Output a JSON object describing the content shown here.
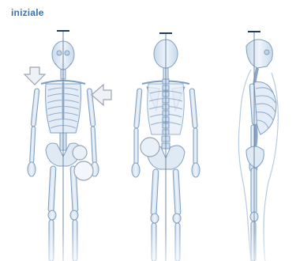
{
  "header": {
    "title": "iniziale"
  },
  "figures": [
    {
      "id": "front",
      "view": "anterior"
    },
    {
      "id": "back",
      "view": "posterior"
    },
    {
      "id": "side",
      "view": "lateral"
    }
  ],
  "markers": {
    "arrows": [
      "left-shoulder-arrow",
      "right-shoulder-arrow"
    ],
    "circles": [
      "pelvis-circle",
      "hip-circle",
      "back-pelvis-circle"
    ]
  },
  "colors": {
    "title": "#3a73b0",
    "bone_fill": "#dbe7f3",
    "bone_stroke": "#7f9fc1",
    "guide_line": "#1f3a66",
    "arrow_fill": "#eef1f5",
    "arrow_stroke": "#9aa5b3",
    "circle_fill": "#eaf0f7"
  }
}
